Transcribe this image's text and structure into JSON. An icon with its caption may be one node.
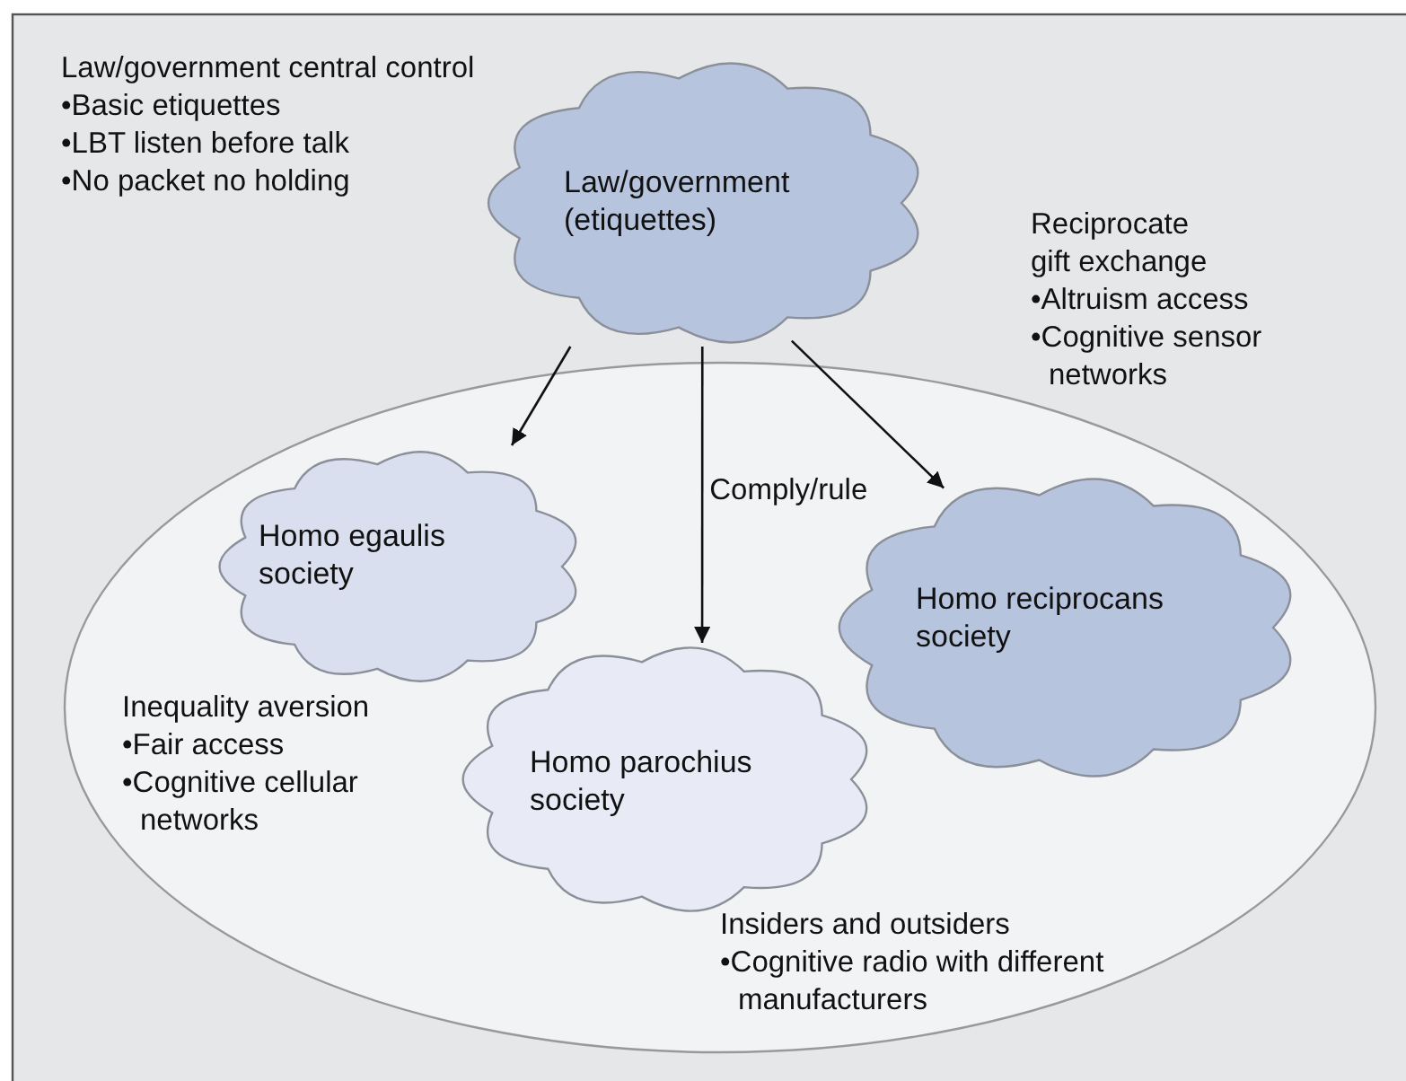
{
  "diagram": {
    "nodes": [
      {
        "text": [
          "Law/government (etiquettes)"
        ]
      },
      {
        "text": [],
        "shape": "ellipse"
      },
      {
        "text": [
          "Homo egaulis society"
        ],
        "in": 1
      },
      {
        "text": [
          "Homo reciprocans society"
        ],
        "in": 1
      },
      {
        "text": [
          "Homo parochius society"
        ],
        "in": 1
      }
    ],
    "edges": [
      {
        "from": 0,
        "to": 2,
        "arrow": "to"
      },
      {
        "from": 0,
        "to": 4,
        "arrow": "to",
        "label": "Comply/rule"
      },
      {
        "from": 0,
        "to": 3,
        "arrow": "to"
      }
    ],
    "labels": [
      "Law/government central control",
      "•Basic etiquettes",
      "•LBT listen before talk",
      "•No packet no holding",
      "Reciprocate gift exchange",
      "•Altruism access",
      "•Cognitive sensor networks",
      "Inequality aversion",
      "•Fair access",
      "•Cognitive cellular networks",
      "Insiders and outsiders",
      "•Cognitive radio with different manufacturers"
    ]
  }
}
